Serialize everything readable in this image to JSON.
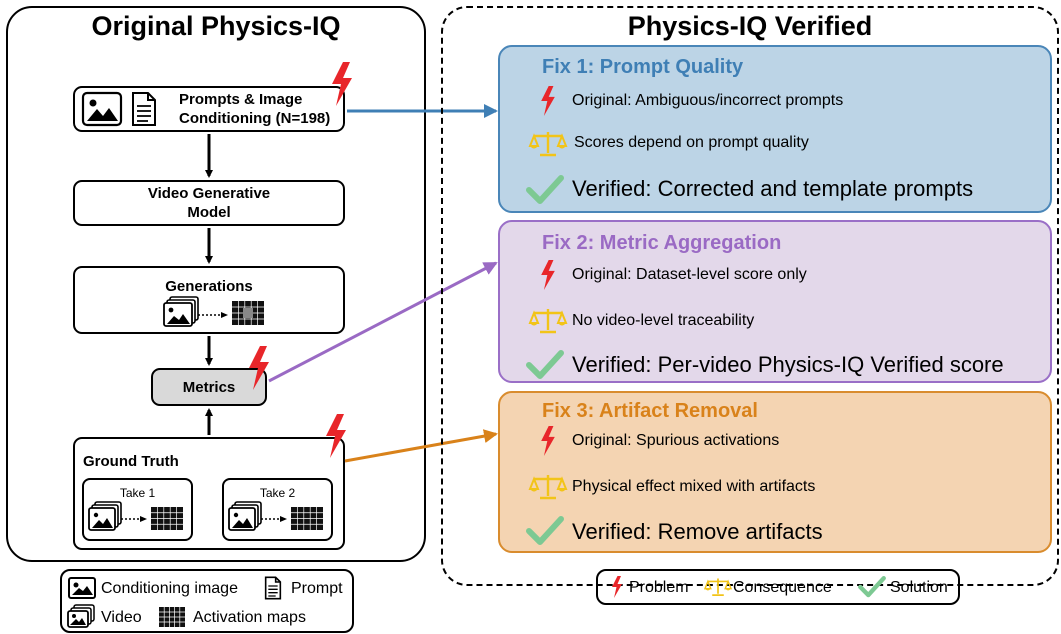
{
  "left": {
    "title": "Original Physics-IQ",
    "prompts_box": {
      "line1": "Prompts & Image",
      "line2": "Conditioning (N=198)"
    },
    "model_box": {
      "line1": "Video Generative",
      "line2": "Model"
    },
    "generations_label": "Generations",
    "metrics_label": "Metrics",
    "ground_truth": {
      "label": "Ground Truth",
      "take1": "Take 1",
      "take2": "Take 2"
    }
  },
  "right": {
    "title": "Physics-IQ Verified",
    "fixes": [
      {
        "title": "Fix 1: Prompt Quality",
        "problem": "Original: Ambiguous/incorrect prompts",
        "consequence": "Scores depend on prompt quality",
        "solution": "Verified: Corrected and template prompts",
        "accent": "#3f7fb5",
        "fill": "#bcd4e6",
        "border": "#4a86b8"
      },
      {
        "title": "Fix 2: Metric Aggregation",
        "problem": "Original: Dataset-level score only",
        "consequence": "No video-level traceability",
        "solution": "Verified: Per-video Physics-IQ Verified score",
        "accent": "#9a6ac4",
        "fill": "#e3d8ea",
        "border": "#9a6fc7"
      },
      {
        "title": "Fix 3: Artifact Removal",
        "problem": "Original: Spurious activations",
        "consequence": "Physical effect mixed with artifacts",
        "solution": "Verified: Remove artifacts",
        "accent": "#d9821a",
        "fill": "#f4d4b2",
        "border": "#d98c2e"
      }
    ]
  },
  "legend_left": {
    "conditioning": "Conditioning image",
    "prompt": "Prompt",
    "video": "Video",
    "activation": "Activation maps"
  },
  "legend_right": {
    "problem": "Problem",
    "consequence": "Consequence",
    "solution": "Solution"
  },
  "colors": {
    "problem": "#e8262a",
    "consequence": "#f2c418",
    "solution": "#7dc993",
    "arrow_blue": "#3f7fb5",
    "arrow_purple": "#9a6ac4",
    "arrow_orange": "#d9821a",
    "metrics_fill": "#d9d9d9"
  }
}
